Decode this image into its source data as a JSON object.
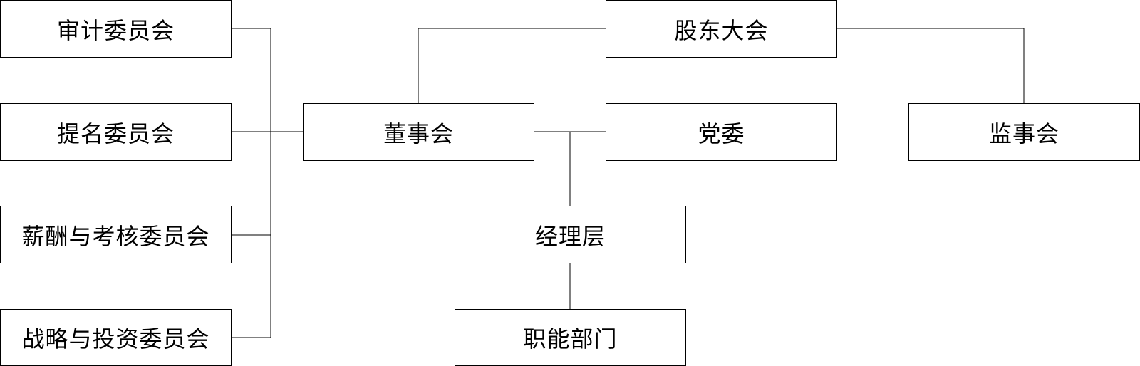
{
  "diagram": {
    "nodes": {
      "shareholders_meeting": "股东大会",
      "board_of_directors": "董事会",
      "party_committee": "党委",
      "supervisory_board": "监事会",
      "audit_committee": "审计委员会",
      "nomination_committee": "提名委员会",
      "compensation_committee": "薪酬与考核委员会",
      "strategy_committee": "战略与投资委员会",
      "management": "经理层",
      "functional_departments": "职能部门"
    },
    "edges": [
      [
        "shareholders_meeting",
        "board_of_directors"
      ],
      [
        "shareholders_meeting",
        "supervisory_board"
      ],
      [
        "board_of_directors",
        "party_committee"
      ],
      [
        "board_of_directors",
        "management"
      ],
      [
        "management",
        "functional_departments"
      ],
      [
        "board_of_directors",
        "audit_committee"
      ],
      [
        "board_of_directors",
        "nomination_committee"
      ],
      [
        "board_of_directors",
        "compensation_committee"
      ],
      [
        "board_of_directors",
        "strategy_committee"
      ]
    ]
  }
}
